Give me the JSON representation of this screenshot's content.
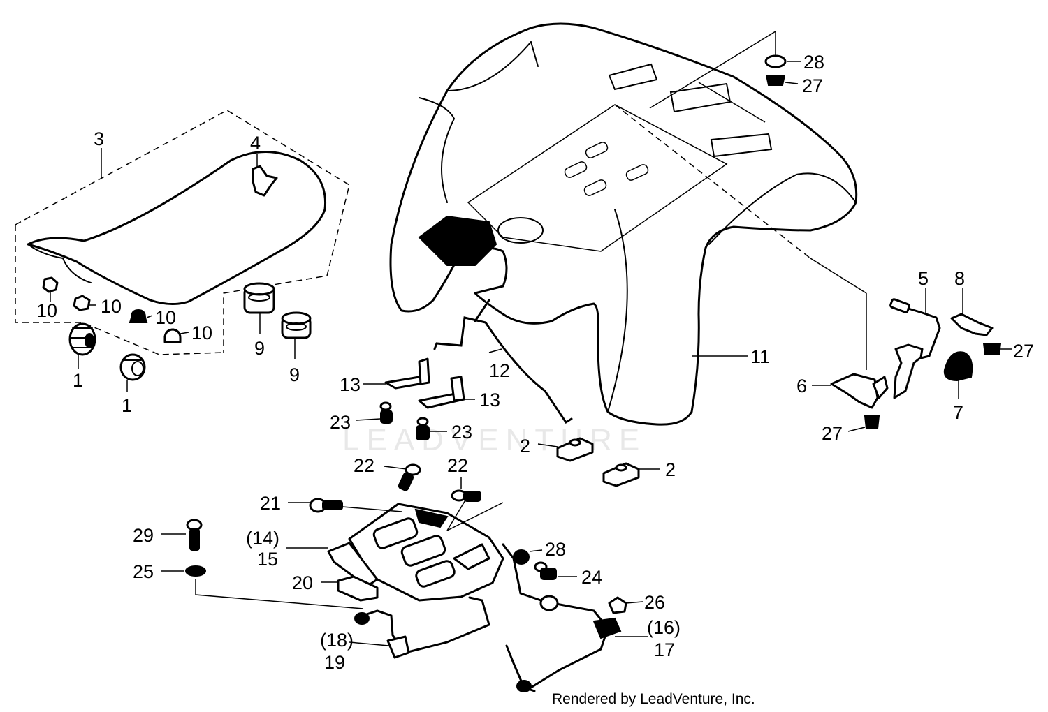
{
  "watermark": "LEADVENTURE",
  "credit": "Rendered by LeadVenture, Inc.",
  "callouts": [
    {
      "id": "c3",
      "text": "3"
    },
    {
      "id": "c4",
      "text": "4"
    },
    {
      "id": "c10a",
      "text": "10"
    },
    {
      "id": "c10b",
      "text": "10"
    },
    {
      "id": "c10c",
      "text": "10"
    },
    {
      "id": "c10d",
      "text": "10"
    },
    {
      "id": "c1a",
      "text": "1"
    },
    {
      "id": "c1b",
      "text": "1"
    },
    {
      "id": "c9a",
      "text": "9"
    },
    {
      "id": "c9b",
      "text": "9"
    },
    {
      "id": "c28a",
      "text": "28"
    },
    {
      "id": "c27a",
      "text": "27"
    },
    {
      "id": "c11",
      "text": "11"
    },
    {
      "id": "c5",
      "text": "5"
    },
    {
      "id": "c8",
      "text": "8"
    },
    {
      "id": "c27b",
      "text": "27"
    },
    {
      "id": "c6",
      "text": "6"
    },
    {
      "id": "c7",
      "text": "7"
    },
    {
      "id": "c27c",
      "text": "27"
    },
    {
      "id": "c12",
      "text": "12"
    },
    {
      "id": "c13a",
      "text": "13"
    },
    {
      "id": "c13b",
      "text": "13"
    },
    {
      "id": "c23a",
      "text": "23"
    },
    {
      "id": "c23b",
      "text": "23"
    },
    {
      "id": "c2a",
      "text": "2"
    },
    {
      "id": "c2b",
      "text": "2"
    },
    {
      "id": "c22a",
      "text": "22"
    },
    {
      "id": "c22b",
      "text": "22"
    },
    {
      "id": "c21",
      "text": "21"
    },
    {
      "id": "c29",
      "text": "29"
    },
    {
      "id": "c14",
      "text": "(14)"
    },
    {
      "id": "c15",
      "text": "15"
    },
    {
      "id": "c25",
      "text": "25"
    },
    {
      "id": "c20",
      "text": "20"
    },
    {
      "id": "c28b",
      "text": "28"
    },
    {
      "id": "c24",
      "text": "24"
    },
    {
      "id": "c26",
      "text": "26"
    },
    {
      "id": "c16",
      "text": "(16)"
    },
    {
      "id": "c17",
      "text": "17"
    },
    {
      "id": "c18",
      "text": "(18)"
    },
    {
      "id": "c19",
      "text": "19"
    }
  ]
}
